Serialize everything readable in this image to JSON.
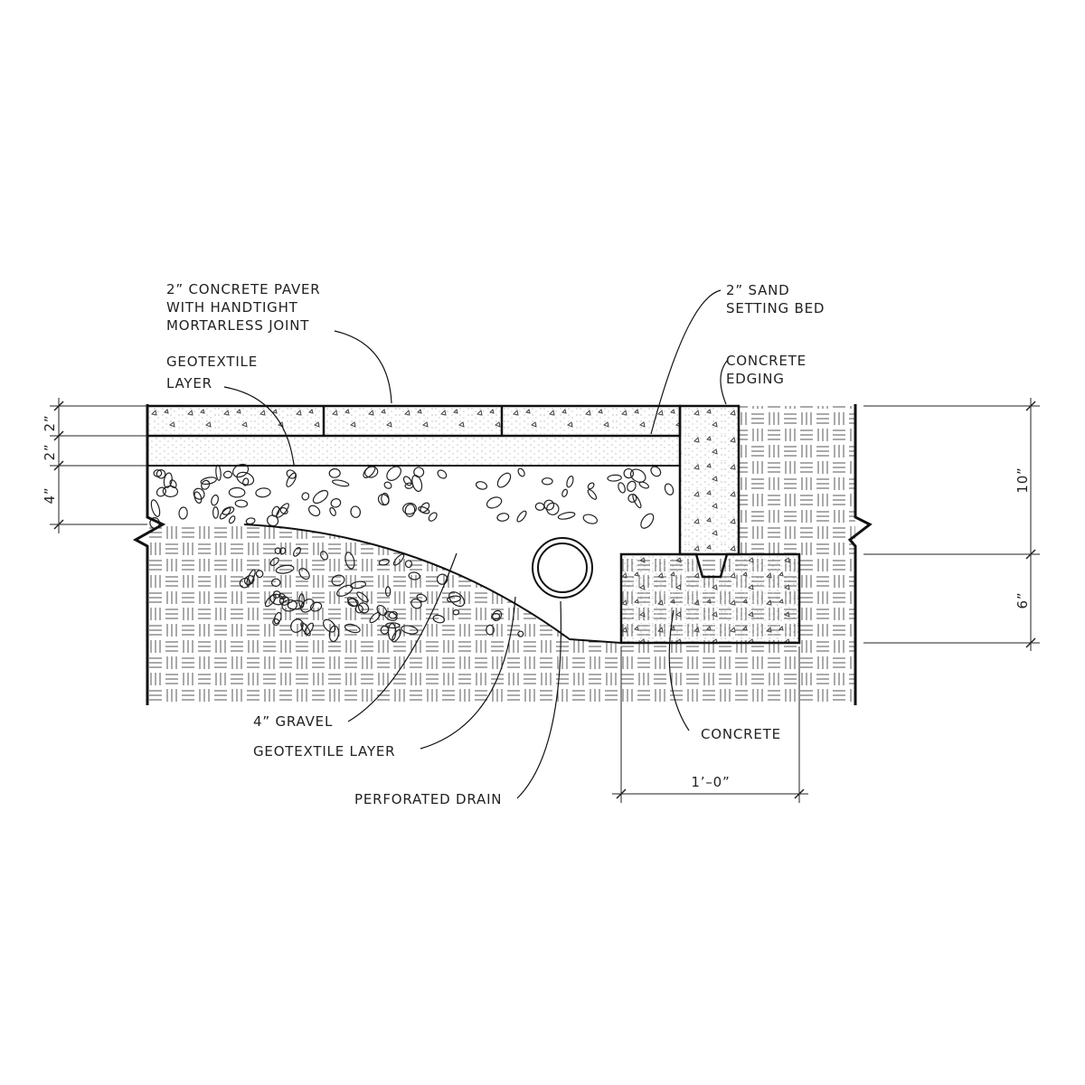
{
  "labels": {
    "paver": [
      "2” CONCRETE PAVER",
      "WITH HANDTIGHT",
      "MORTARLESS JOINT"
    ],
    "geotextile_top": [
      "GEOTEXTILE",
      "LAYER"
    ],
    "sand": [
      "2” SAND",
      "SETTING BED"
    ],
    "edging": [
      "CONCRETE",
      "EDGING"
    ],
    "gravel": "4” GRAVEL",
    "geotextile_bottom": "GEOTEXTILE LAYER",
    "drain": "PERFORATED DRAIN",
    "concrete": "CONCRETE"
  },
  "dimensions": {
    "paver_thickness": "2”",
    "sand_thickness": "2”",
    "gravel_thickness": "4”",
    "edging_height": "10”",
    "footing_height": "6”",
    "footing_width": "1’–0”"
  }
}
